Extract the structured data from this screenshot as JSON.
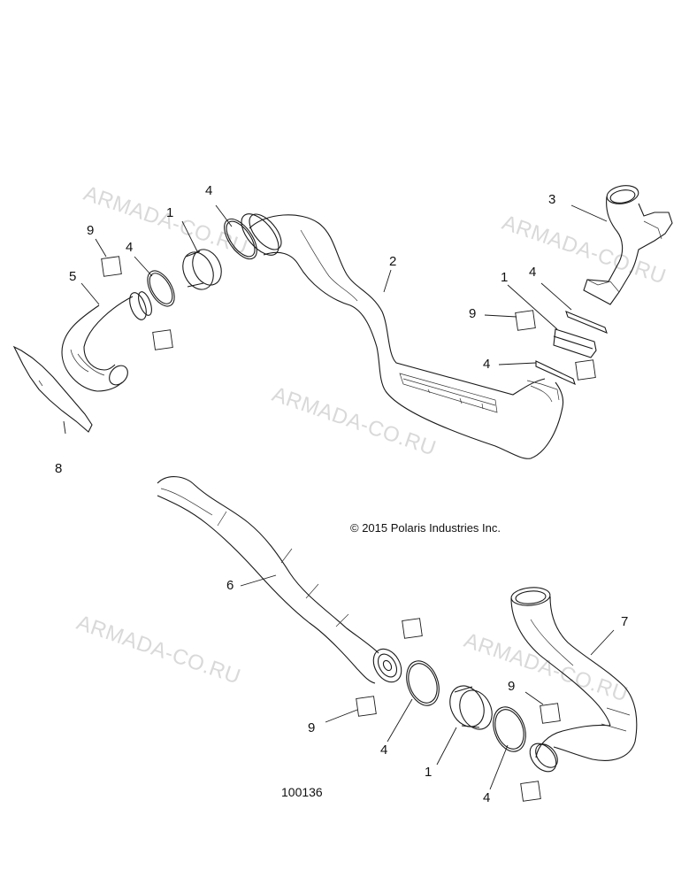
{
  "watermark": "ARMADA-CO.RU",
  "copyright": "© 2015 Polaris Industries Inc.",
  "part_number": "100136",
  "callouts": {
    "c1a": "1",
    "c1b": "1",
    "c1c": "1",
    "c2": "2",
    "c3": "3",
    "c4a": "4",
    "c4b": "4",
    "c4c": "4",
    "c4d": "4",
    "c4e": "4",
    "c4f": "4",
    "c5": "5",
    "c6": "6",
    "c7": "7",
    "c8": "8",
    "c9a": "9",
    "c9b": "9",
    "c9c": "9",
    "c9d": "9"
  },
  "colors": {
    "line": "#1a1a1a",
    "watermark": "#d9d9d9",
    "background": "#ffffff"
  }
}
